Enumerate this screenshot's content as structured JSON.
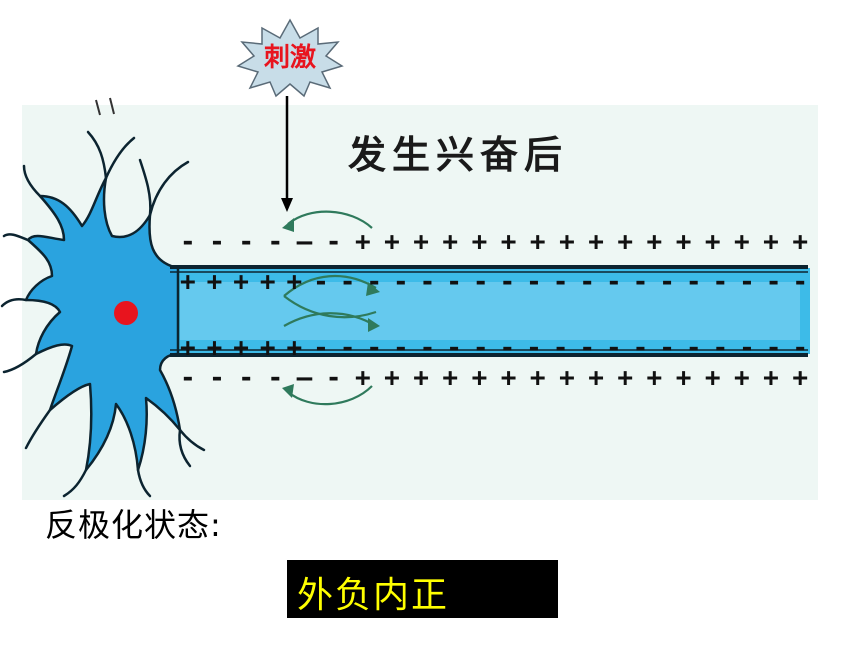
{
  "stimulus_label": "刺激",
  "panel_title": "发生兴奋后",
  "caption": "反极化状态:",
  "answer": "外负内正",
  "colors": {
    "panel_bg": "#eef7f4",
    "cytoplasm": "#3dbbe8",
    "cytoplasm_dark": "#1f86c8",
    "nucleus": "#e8141e",
    "membrane": "#0c2430",
    "stimulus_text": "#e8141e",
    "answer_text": "#ffff00",
    "arrow_green": "#2f7a5c"
  },
  "charges": {
    "outer_top": "----–-++++++++++++++++",
    "inner_top": "+++++-------------------",
    "inner_bottom": "+++++-------------------",
    "outer_bottom": "----–-++++++++++++++++"
  }
}
